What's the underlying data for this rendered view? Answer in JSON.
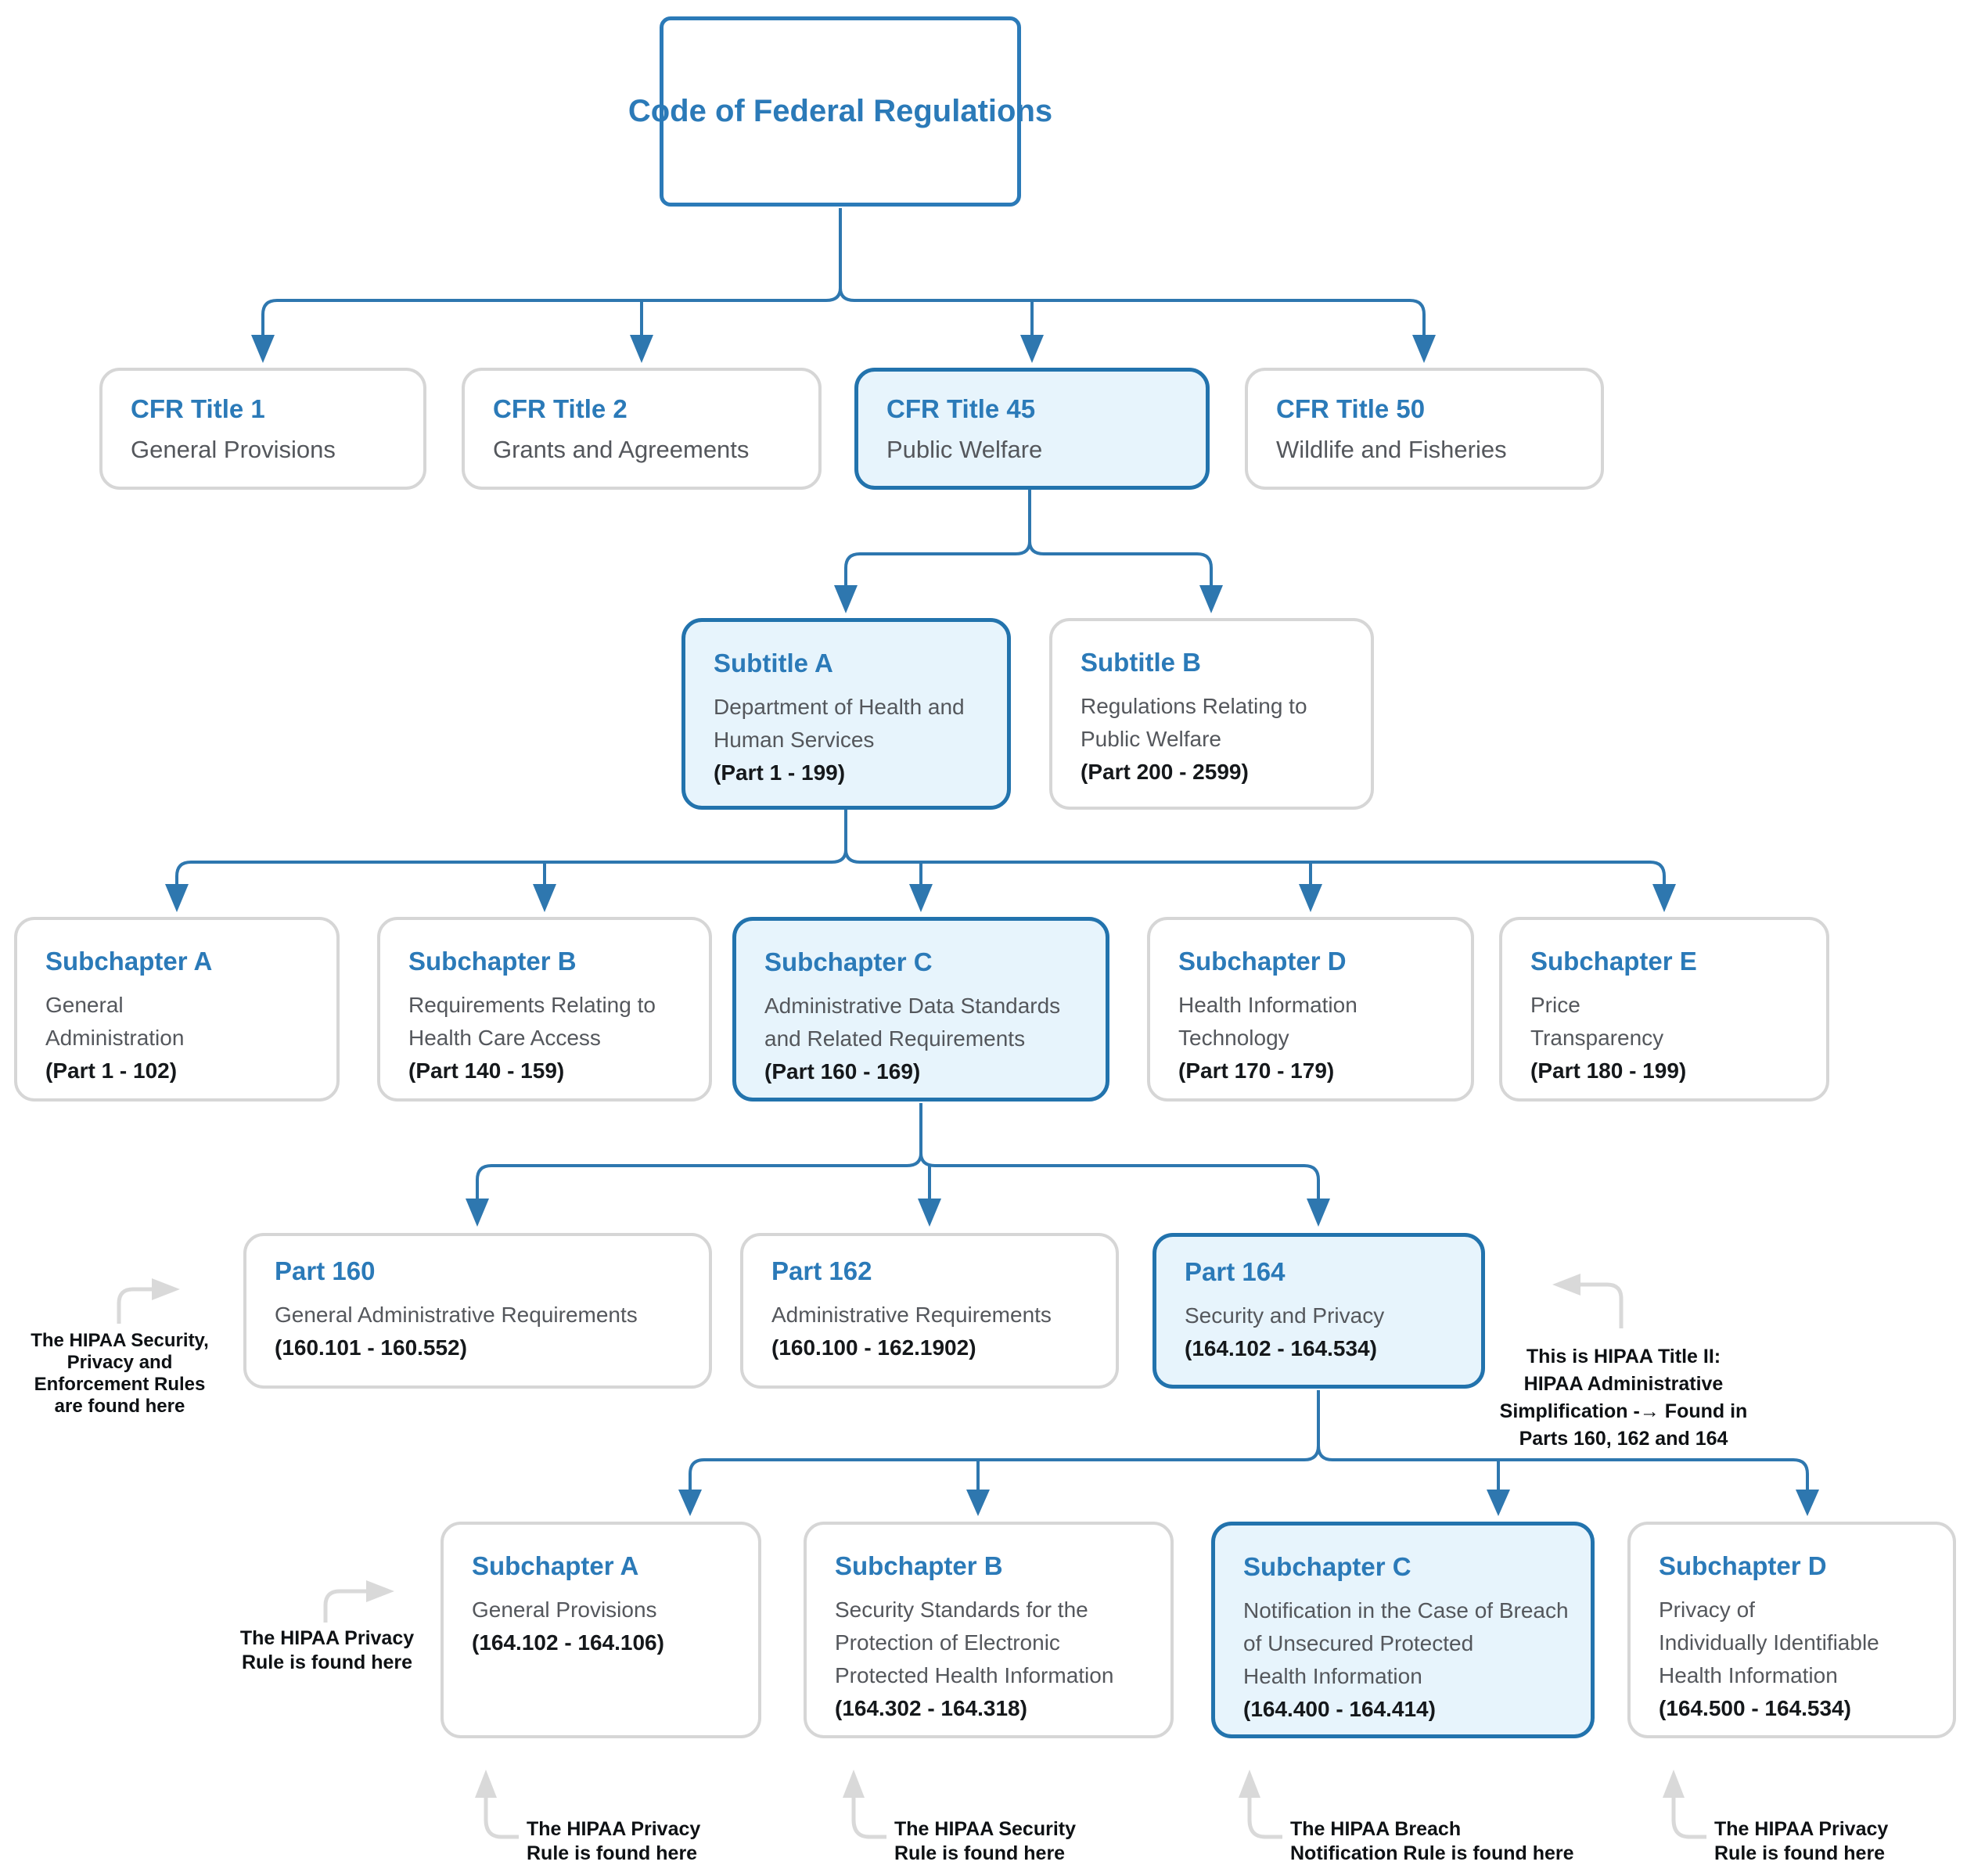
{
  "figure": {
    "root": {
      "title": "Code of Federal Regulations"
    },
    "titles": [
      {
        "title": "CFR Title 1",
        "subtitle": "General Provisions",
        "highlight": false
      },
      {
        "title": "CFR Title 2",
        "subtitle": "Grants and Agreements",
        "highlight": false
      },
      {
        "title": "CFR Title 45",
        "subtitle": "Public Welfare",
        "highlight": true
      },
      {
        "title": "CFR Title 50",
        "subtitle": "Wildlife and Fisheries",
        "highlight": false
      }
    ],
    "subtitles": [
      {
        "title": "Subtitle A",
        "lines": [
          "Department of Health and",
          "Human Services"
        ],
        "range": "(Part 1 - 199)",
        "highlight": true
      },
      {
        "title": "Subtitle B",
        "lines": [
          "Regulations Relating to",
          "Public Welfare"
        ],
        "range": "(Part 200 - 2599)",
        "highlight": false
      }
    ],
    "subchapters": [
      {
        "title": "Subchapter A",
        "lines": [
          "General",
          "Administration"
        ],
        "range": "(Part 1 - 102)",
        "highlight": false
      },
      {
        "title": "Subchapter B",
        "lines": [
          "Requirements Relating to",
          "Health Care Access"
        ],
        "range": "(Part 140 - 159)",
        "highlight": false
      },
      {
        "title": "Subchapter C",
        "lines": [
          "Administrative Data Standards",
          "and Related Requirements"
        ],
        "range": "(Part 160 - 169)",
        "highlight": true
      },
      {
        "title": "Subchapter D",
        "lines": [
          "Health Information",
          "Technology"
        ],
        "range": "(Part 170 - 179)",
        "highlight": false
      },
      {
        "title": "Subchapter E",
        "lines": [
          "Price",
          "Transparency"
        ],
        "range": "(Part 180 - 199)",
        "highlight": false
      }
    ],
    "parts": [
      {
        "title": "Part 160",
        "lines": [
          "General Administrative Requirements"
        ],
        "range": "(160.101 - 160.552)",
        "highlight": false
      },
      {
        "title": "Part 162",
        "lines": [
          "Administrative Requirements"
        ],
        "range": "(160.100 - 162.1902)",
        "highlight": false
      },
      {
        "title": "Part 164",
        "lines": [
          "Security and Privacy"
        ],
        "range": "(164.102 - 164.534)",
        "highlight": true
      }
    ],
    "subparts": [
      {
        "title": "Subchapter A",
        "lines": [
          "General Provisions"
        ],
        "range": "(164.102 - 164.106)",
        "highlight": false
      },
      {
        "title": "Subchapter B",
        "lines": [
          "Security Standards for the",
          "Protection of Electronic",
          "Protected Health Information"
        ],
        "range": "(164.302 - 164.318)",
        "highlight": false
      },
      {
        "title": "Subchapter C",
        "lines": [
          "Notification in the Case of Breach",
          "of Unsecured Protected",
          "Health Information"
        ],
        "range": "(164.400 - 164.414)",
        "highlight": true
      },
      {
        "title": "Subchapter D",
        "lines": [
          "Privacy of",
          "Individually Identifiable",
          "Health Information"
        ],
        "range": "(164.500 - 164.534)",
        "highlight": false
      }
    ],
    "annotations": {
      "part160_left": {
        "lines": [
          "The HIPAA Security,",
          "Privacy and",
          "Enforcement Rules",
          "are found here"
        ]
      },
      "part164_right": {
        "lines": [
          "This is HIPAA Title II:",
          "HIPAA Administrative",
          "Simplification -→ Found in",
          "Parts 160, 162 and 164"
        ]
      },
      "subpartA_left": {
        "lines": [
          "The HIPAA Privacy",
          "Rule is found here"
        ]
      },
      "bottom": [
        {
          "lines": [
            "The HIPAA Privacy",
            "Rule is found here"
          ]
        },
        {
          "lines": [
            "The HIPAA Security",
            "Rule is found here"
          ]
        },
        {
          "lines": [
            "The HIPAA Breach",
            "Notification Rule is found here"
          ]
        },
        {
          "lines": [
            "The HIPAA Privacy",
            "Rule is found here"
          ]
        }
      ]
    },
    "colors": {
      "accent_blue": "#2b7ab8",
      "highlight_fill": "#e7f4fc",
      "highlight_border": "#2273ad",
      "box_border": "#d6d6d6",
      "connector_blue": "#2e77af",
      "annotation_arrow_gray": "#d9d9d9",
      "body_text": "#54575c",
      "range_text": "#15181b"
    }
  }
}
